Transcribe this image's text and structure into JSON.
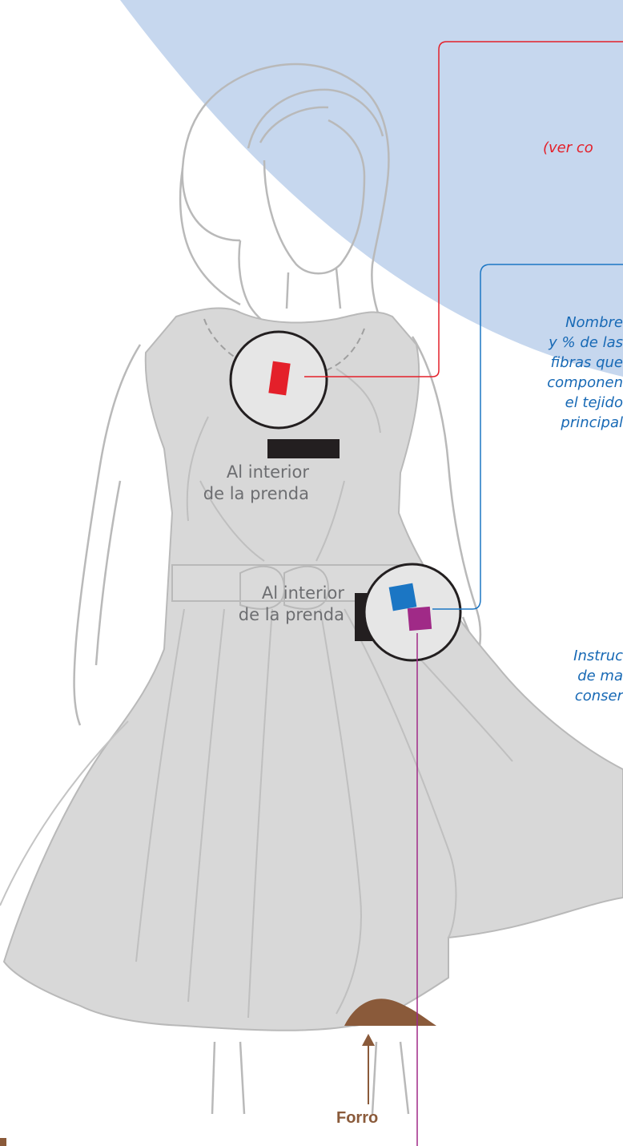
{
  "labels": {
    "interior_top": [
      "Al interior",
      "de la prenda"
    ],
    "interior_bottom": [
      "Al interior",
      "de la prenda"
    ],
    "forro": "Forro"
  },
  "callouts": {
    "red_note": "(ver co",
    "fibers": [
      "Nombre",
      "y % de las",
      "fibras que",
      "componen",
      "el tejido",
      "principal"
    ],
    "instructions": [
      "Instruc",
      "de ma",
      "conser"
    ]
  },
  "colors": {
    "background_blob": "#c6d7ee",
    "garment": "#d8d8d8",
    "outline": "#b9b9b9",
    "label_red": "#e4202a",
    "label_blue": "#1b76c4",
    "label_purple": "#a02a87",
    "lining_brown": "#8a5a3a",
    "callout_red": "#e4202a",
    "callout_blue": "#1769b5"
  }
}
